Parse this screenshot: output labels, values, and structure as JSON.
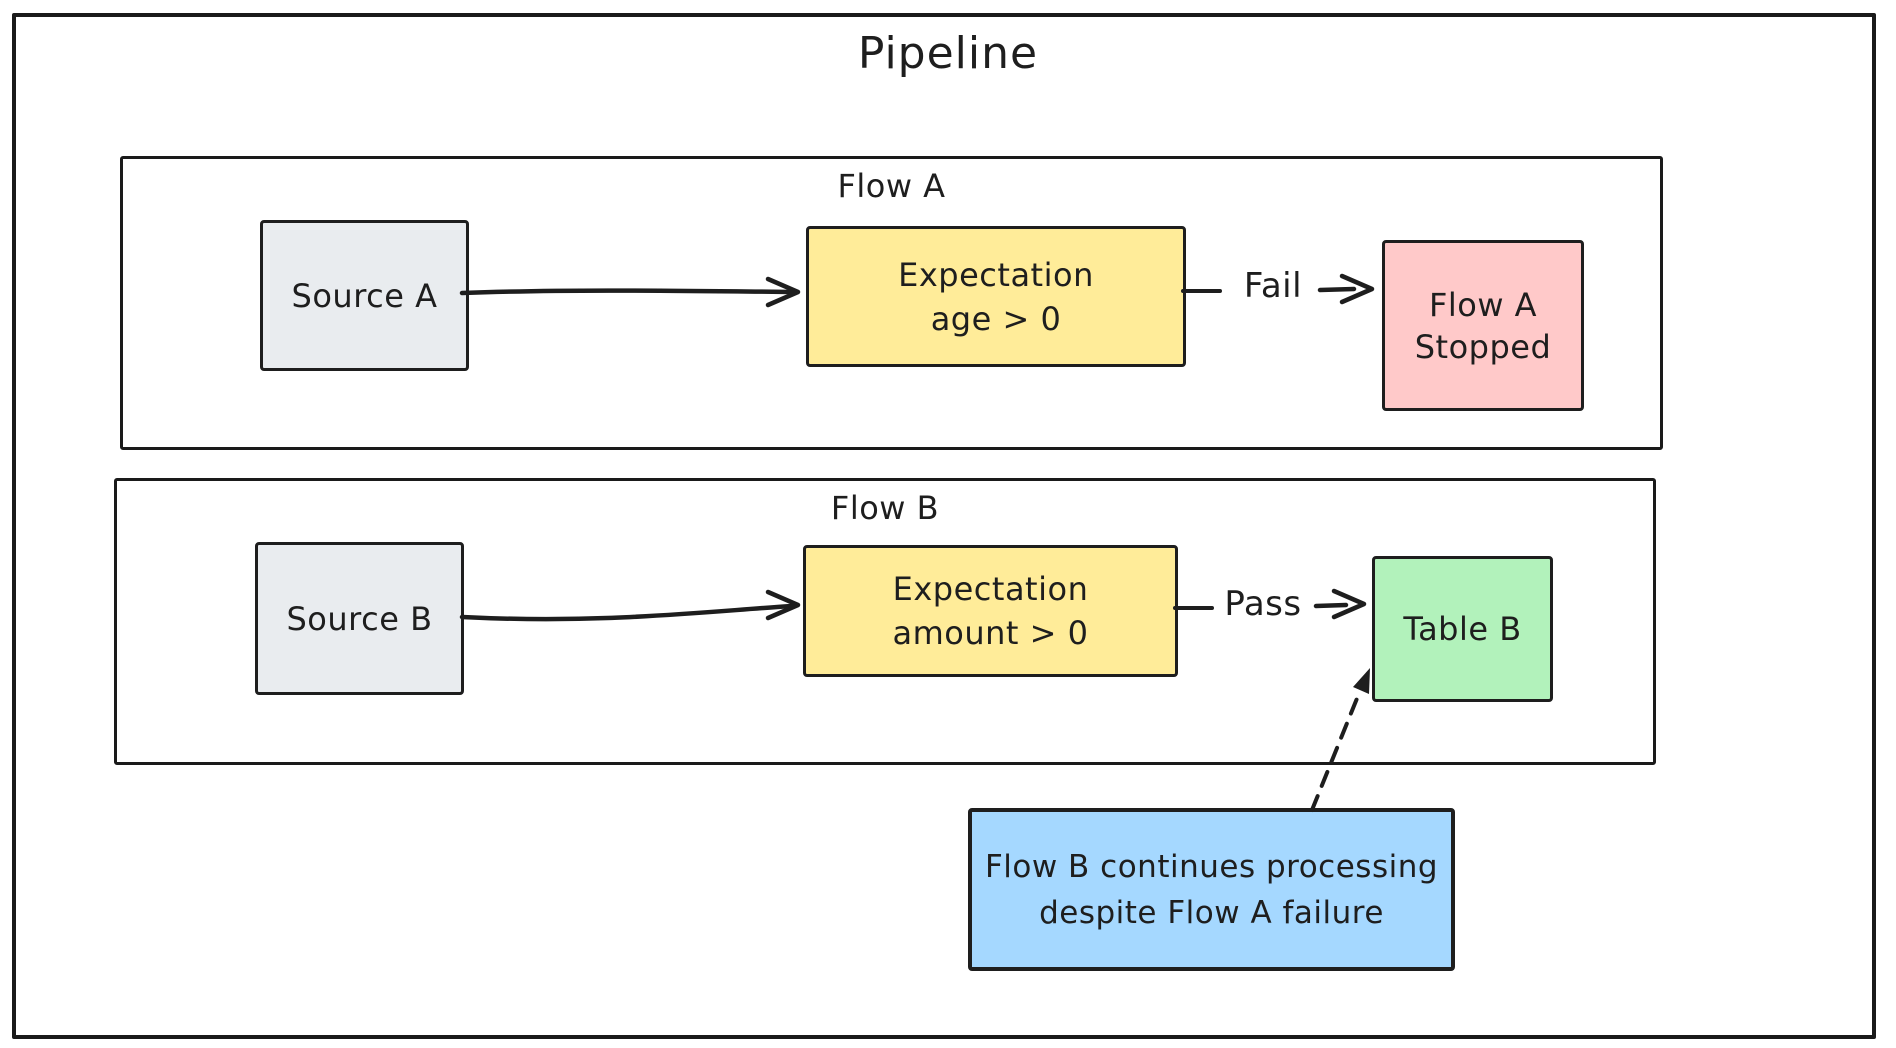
{
  "title": "Pipeline",
  "flows": [
    {
      "label": "Flow A",
      "source_label": "Source A",
      "expectation_title": "Expectation",
      "expectation_rule": "age > 0",
      "edge_label": "Fail",
      "result_lines": [
        "Flow A",
        "Stopped"
      ]
    },
    {
      "label": "Flow B",
      "source_label": "Source B",
      "expectation_title": "Expectation",
      "expectation_rule": "amount > 0",
      "edge_label": "Pass",
      "result_lines": [
        "Table B"
      ]
    }
  ],
  "note": {
    "line1": "Flow B continues processing",
    "line2": "despite Flow A failure"
  },
  "colors": {
    "stroke": "#1e1e1e",
    "source_fill": "#e9ecef",
    "expectation_fill": "#ffec99",
    "stopped_fill": "#ffc9c9",
    "table_fill": "#b2f2bb",
    "note_fill": "#a5d8ff"
  }
}
